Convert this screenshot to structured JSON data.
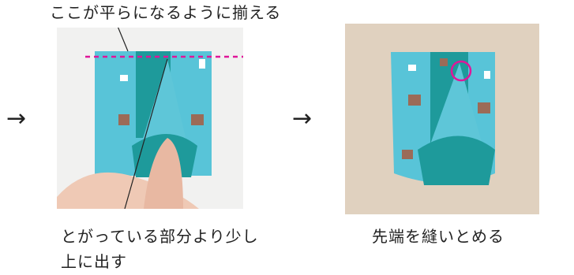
{
  "top_caption": "ここが平らになるように揃える",
  "left_caption_line1": "とがっている部分より少し",
  "left_caption_line2": "上に出す",
  "right_caption": "先端を縫いとめる",
  "arrow_glyph": "→",
  "photos": {
    "left": {
      "subject": "folded fabric pouch held by hand, pink dashed alignment line at top"
    },
    "right": {
      "subject": "finished folded fabric pouch on wood, pink circle marking tip stitch"
    }
  },
  "colors": {
    "fabric_light": "#58c4d8",
    "fabric_dark": "#1e9a9b",
    "accent_magenta": "#e0169a",
    "wood": "#e3d6c6"
  }
}
